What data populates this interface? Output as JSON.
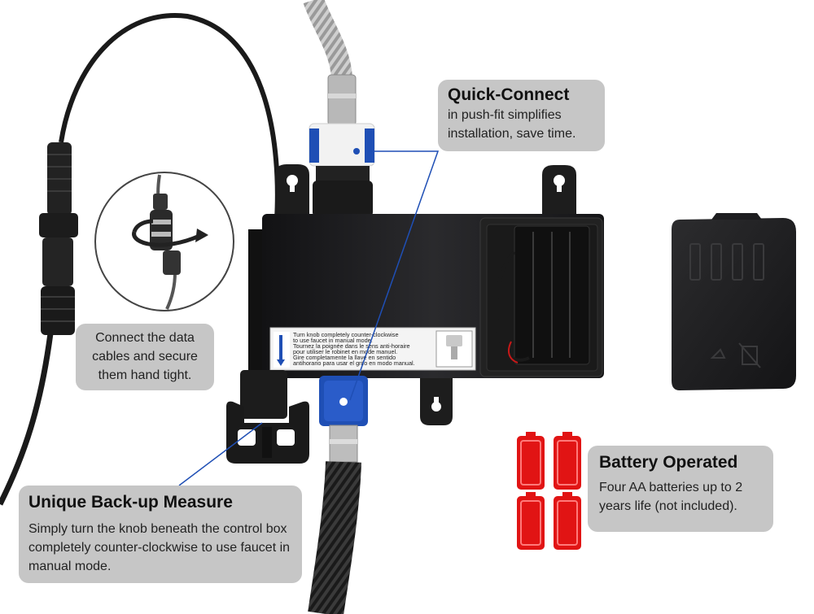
{
  "colors": {
    "callout_bg": "#c6c6c6",
    "accent_blue": "#1f4fb5",
    "battery_red": "#e11414",
    "device_black": "#1c1c1e"
  },
  "icons": [
    "battery-icon",
    "clockwise-arrow-icon",
    "keyhole-mount-icon"
  ],
  "callouts": {
    "quick_connect": {
      "title": "Quick-Connect",
      "body": "in push-fit simplifies installation, save time."
    },
    "connect_cables": {
      "body": "Connect the data cables and secure them hand tight."
    },
    "backup": {
      "title": "Unique Back-up Measure",
      "body": "Simply turn the knob beneath the control box completely counter-clockwise to use faucet in manual mode."
    },
    "battery": {
      "title": "Battery Operated",
      "body": "Four AA batteries up to 2 years life (not included)."
    }
  },
  "device_label": {
    "line1": "Turn knob completely counter-clockwise",
    "line2": "to use faucet in manual mode.",
    "line3": "Tournez la poignée dans le sens anti-horaire",
    "line4": "pour utiliser le robinet en mode manuel.",
    "line5": "Gire completamente la llave en sentido",
    "line6": "antihorario para usar el grifo en modo manual."
  }
}
